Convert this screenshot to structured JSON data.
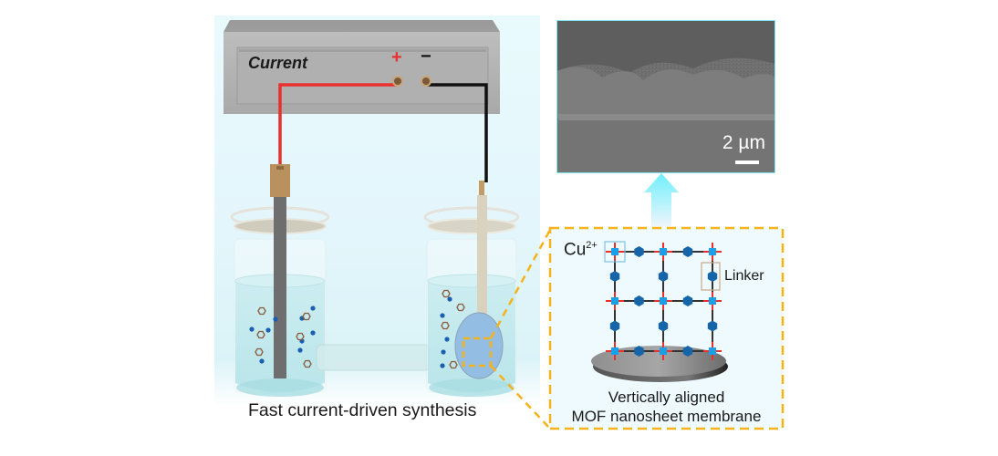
{
  "power_supply": {
    "label": "Current",
    "positive_terminal": "+",
    "negative_terminal": "−"
  },
  "synthesis": {
    "caption": "Fast current-driven synthesis"
  },
  "sem_image": {
    "scale_label": "2 µm"
  },
  "inset": {
    "metal_ion_label": "Cu",
    "metal_ion_charge": "2+",
    "linker_label": "Linker",
    "caption_line1": "Vertically aligned",
    "caption_line2": "MOF nanosheet membrane"
  },
  "colors": {
    "positive_wire": "#e8312f",
    "negative_wire": "#111111",
    "dashed_highlight": "#f5b21a",
    "metal_node": "#1aa0e6",
    "linker": "#1565a8",
    "arrow": "#7ff2fb",
    "sem_border": "#7fe7ef"
  }
}
